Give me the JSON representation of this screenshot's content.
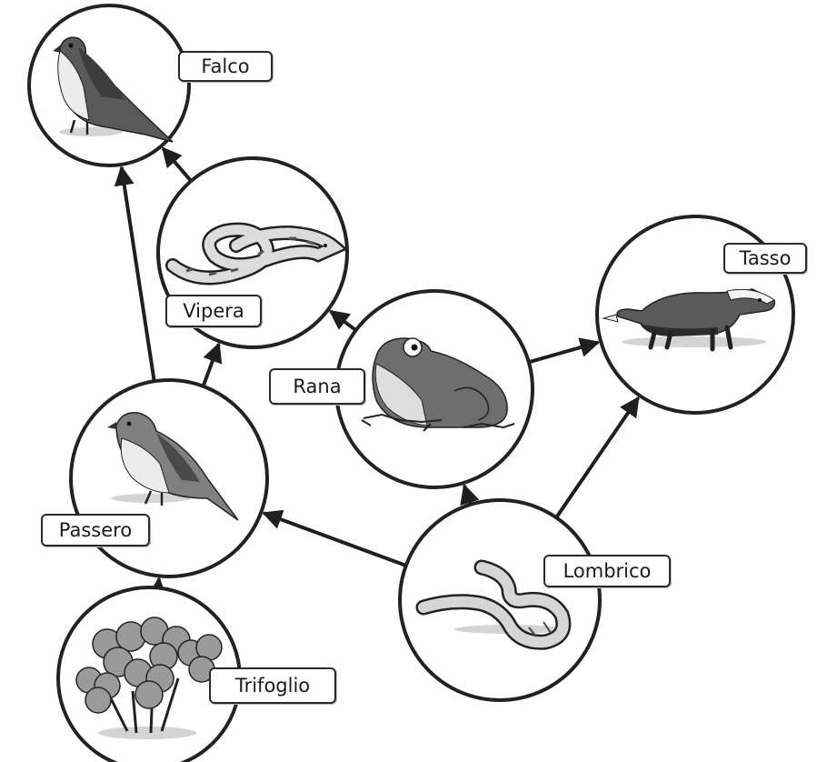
{
  "colors": {
    "outline": "#222222",
    "arrow": "#1f1f1f",
    "shade_dark": "#5a5a5a",
    "shade_mid": "#8c8c8c",
    "shade_light": "#d4d4d4"
  },
  "organisms": [
    {
      "id": "falco",
      "label": "Falco",
      "icon": "falcon-icon"
    },
    {
      "id": "vipera",
      "label": "Vipera",
      "icon": "viper-icon"
    },
    {
      "id": "tasso",
      "label": "Tasso",
      "icon": "badger-icon"
    },
    {
      "id": "rana",
      "label": "Rana",
      "icon": "frog-icon"
    },
    {
      "id": "passero",
      "label": "Passero",
      "icon": "sparrow-icon"
    },
    {
      "id": "lombrico",
      "label": "Lombrico",
      "icon": "earthworm-icon"
    },
    {
      "id": "trifoglio",
      "label": "Trifoglio",
      "icon": "clover-icon"
    }
  ],
  "links": [
    {
      "from": "trifoglio",
      "to": "passero"
    },
    {
      "from": "passero",
      "to": "falco"
    },
    {
      "from": "passero",
      "to": "vipera"
    },
    {
      "from": "vipera",
      "to": "falco"
    },
    {
      "from": "rana",
      "to": "vipera"
    },
    {
      "from": "rana",
      "to": "tasso"
    },
    {
      "from": "lombrico",
      "to": "passero"
    },
    {
      "from": "lombrico",
      "to": "rana"
    },
    {
      "from": "lombrico",
      "to": "tasso"
    }
  ]
}
